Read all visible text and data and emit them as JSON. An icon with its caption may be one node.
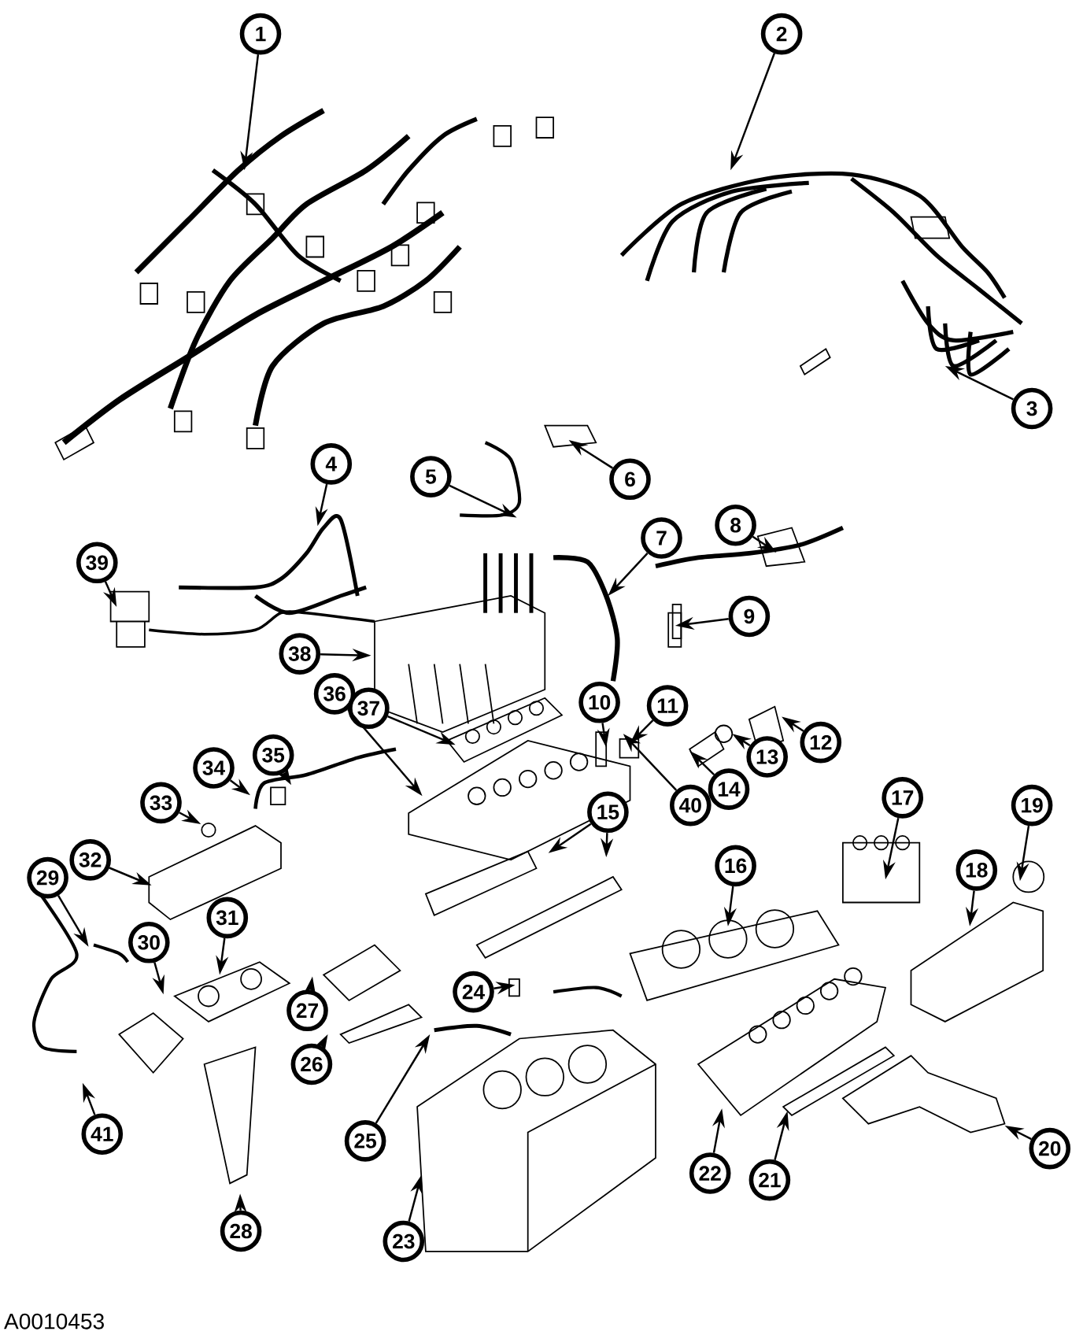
{
  "diagram": {
    "nodes": [
      {
        "text": [
          "1"
        ]
      },
      {
        "text": [
          "2"
        ]
      },
      {
        "text": [
          "3"
        ]
      },
      {
        "text": [
          "4"
        ]
      },
      {
        "text": [
          "5"
        ]
      },
      {
        "text": [
          "6"
        ]
      },
      {
        "text": [
          "7"
        ]
      },
      {
        "text": [
          "8"
        ]
      },
      {
        "text": [
          "9"
        ]
      },
      {
        "text": [
          "10"
        ]
      },
      {
        "text": [
          "11"
        ]
      },
      {
        "text": [
          "12"
        ]
      },
      {
        "text": [
          "13"
        ]
      },
      {
        "text": [
          "14"
        ]
      },
      {
        "text": [
          "15"
        ]
      },
      {
        "text": [
          "16"
        ]
      },
      {
        "text": [
          "17"
        ]
      },
      {
        "text": [
          "18"
        ]
      },
      {
        "text": [
          "19"
        ]
      },
      {
        "text": [
          "20"
        ]
      },
      {
        "text": [
          "21"
        ]
      },
      {
        "text": [
          "22"
        ]
      },
      {
        "text": [
          "23"
        ]
      },
      {
        "text": [
          "24"
        ]
      },
      {
        "text": [
          "25"
        ]
      },
      {
        "text": [
          "26"
        ]
      },
      {
        "text": [
          "27"
        ]
      },
      {
        "text": [
          "28"
        ]
      },
      {
        "text": [
          "29"
        ]
      },
      {
        "text": [
          "30"
        ]
      },
      {
        "text": [
          "31"
        ]
      },
      {
        "text": [
          "32"
        ]
      },
      {
        "text": [
          "33"
        ]
      },
      {
        "text": [
          "34"
        ]
      },
      {
        "text": [
          "35"
        ]
      },
      {
        "text": [
          "36"
        ]
      },
      {
        "text": [
          "37"
        ]
      },
      {
        "text": [
          "38"
        ]
      },
      {
        "text": [
          "39"
        ]
      },
      {
        "text": [
          "40"
        ]
      },
      {
        "text": [
          "41"
        ]
      }
    ],
    "edges": [
      {
        "from": 0,
        "to": null,
        "arrow": "to"
      },
      {
        "from": 1,
        "to": null,
        "arrow": "to"
      },
      {
        "from": 2,
        "to": null,
        "arrow": "to"
      },
      {
        "from": 3,
        "to": null,
        "arrow": "to"
      },
      {
        "from": 4,
        "to": null,
        "arrow": "to"
      },
      {
        "from": 5,
        "to": null,
        "arrow": "to"
      },
      {
        "from": 6,
        "to": null,
        "arrow": "to"
      },
      {
        "from": 7,
        "to": null,
        "arrow": "to"
      },
      {
        "from": 8,
        "to": null,
        "arrow": "to"
      },
      {
        "from": 9,
        "to": null,
        "arrow": "to"
      },
      {
        "from": 10,
        "to": null,
        "arrow": "to"
      },
      {
        "from": 11,
        "to": null,
        "arrow": "to"
      },
      {
        "from": 12,
        "to": null,
        "arrow": "to"
      },
      {
        "from": 13,
        "to": null,
        "arrow": "to"
      },
      {
        "from": 14,
        "to": null,
        "arrow": "to"
      },
      {
        "from": 14,
        "to": null,
        "arrow": "to"
      },
      {
        "from": 15,
        "to": null,
        "arrow": "to"
      },
      {
        "from": 16,
        "to": null,
        "arrow": "to"
      },
      {
        "from": 17,
        "to": null,
        "arrow": "to"
      },
      {
        "from": 18,
        "to": null,
        "arrow": "to"
      },
      {
        "from": 19,
        "to": null,
        "arrow": "to"
      },
      {
        "from": 20,
        "to": null,
        "arrow": "to"
      },
      {
        "from": 21,
        "to": null,
        "arrow": "to"
      },
      {
        "from": 22,
        "to": null,
        "arrow": "to"
      },
      {
        "from": 23,
        "to": null,
        "arrow": "to"
      },
      {
        "from": 24,
        "to": null,
        "arrow": "to"
      },
      {
        "from": 25,
        "to": null,
        "arrow": "to"
      },
      {
        "from": 26,
        "to": null,
        "arrow": "to"
      },
      {
        "from": 27,
        "to": null,
        "arrow": "to"
      },
      {
        "from": 28,
        "to": null,
        "arrow": "to"
      },
      {
        "from": 29,
        "to": null,
        "arrow": "to"
      },
      {
        "from": 30,
        "to": null,
        "arrow": "to"
      },
      {
        "from": 31,
        "to": null,
        "arrow": "to"
      },
      {
        "from": 32,
        "to": null,
        "arrow": "to"
      },
      {
        "from": 33,
        "to": null,
        "arrow": "to"
      },
      {
        "from": 34,
        "to": null,
        "arrow": "to"
      },
      {
        "from": 35,
        "to": null,
        "arrow": "to"
      },
      {
        "from": 36,
        "to": null,
        "arrow": "to"
      },
      {
        "from": 37,
        "to": null,
        "arrow": "to"
      },
      {
        "from": 38,
        "to": null,
        "arrow": "to"
      },
      {
        "from": 39,
        "to": null,
        "arrow": "to"
      },
      {
        "from": 40,
        "to": null,
        "arrow": "to"
      }
    ],
    "labels": [
      "A0010453"
    ]
  }
}
